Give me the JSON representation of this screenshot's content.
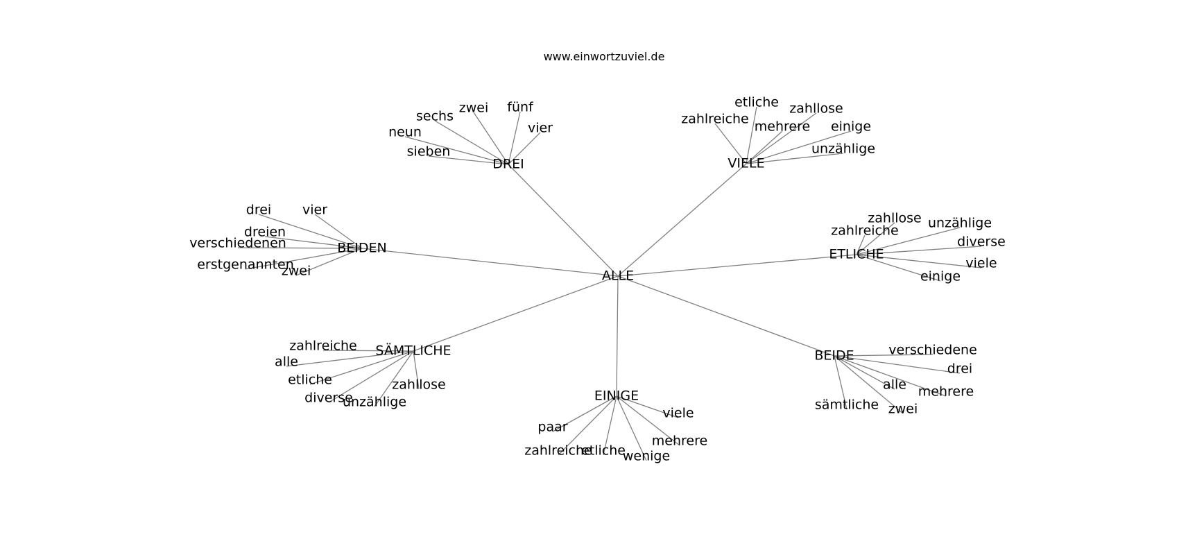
{
  "title": "www.einwortzuviel.de",
  "graph": {
    "root": "ALLE",
    "clusters": [
      {
        "hub": "DREI",
        "leaves": [
          "fünf",
          "zwei",
          "sechs",
          "vier",
          "neun",
          "sieben"
        ]
      },
      {
        "hub": "VIELE",
        "leaves": [
          "etliche",
          "zahllose",
          "zahlreiche",
          "mehrere",
          "einige",
          "unzählige"
        ]
      },
      {
        "hub": "BEIDEN",
        "leaves": [
          "drei",
          "vier",
          "dreien",
          "verschiedenen",
          "erstgenannten",
          "zwei"
        ]
      },
      {
        "hub": "ETLICHE",
        "leaves": [
          "zahllose",
          "unzählige",
          "zahlreiche",
          "diverse",
          "viele",
          "einige"
        ]
      },
      {
        "hub": "SÄMTLICHE",
        "leaves": [
          "zahlreiche",
          "alle",
          "etliche",
          "zahllose",
          "diverse",
          "unzählige"
        ]
      },
      {
        "hub": "BEIDE",
        "leaves": [
          "verschiedene",
          "drei",
          "alle",
          "mehrere",
          "sämtliche",
          "zwei"
        ]
      },
      {
        "hub": "EINIGE",
        "leaves": [
          "viele",
          "paar",
          "mehrere",
          "zahlreiche",
          "etliche",
          "wenige"
        ]
      }
    ]
  }
}
